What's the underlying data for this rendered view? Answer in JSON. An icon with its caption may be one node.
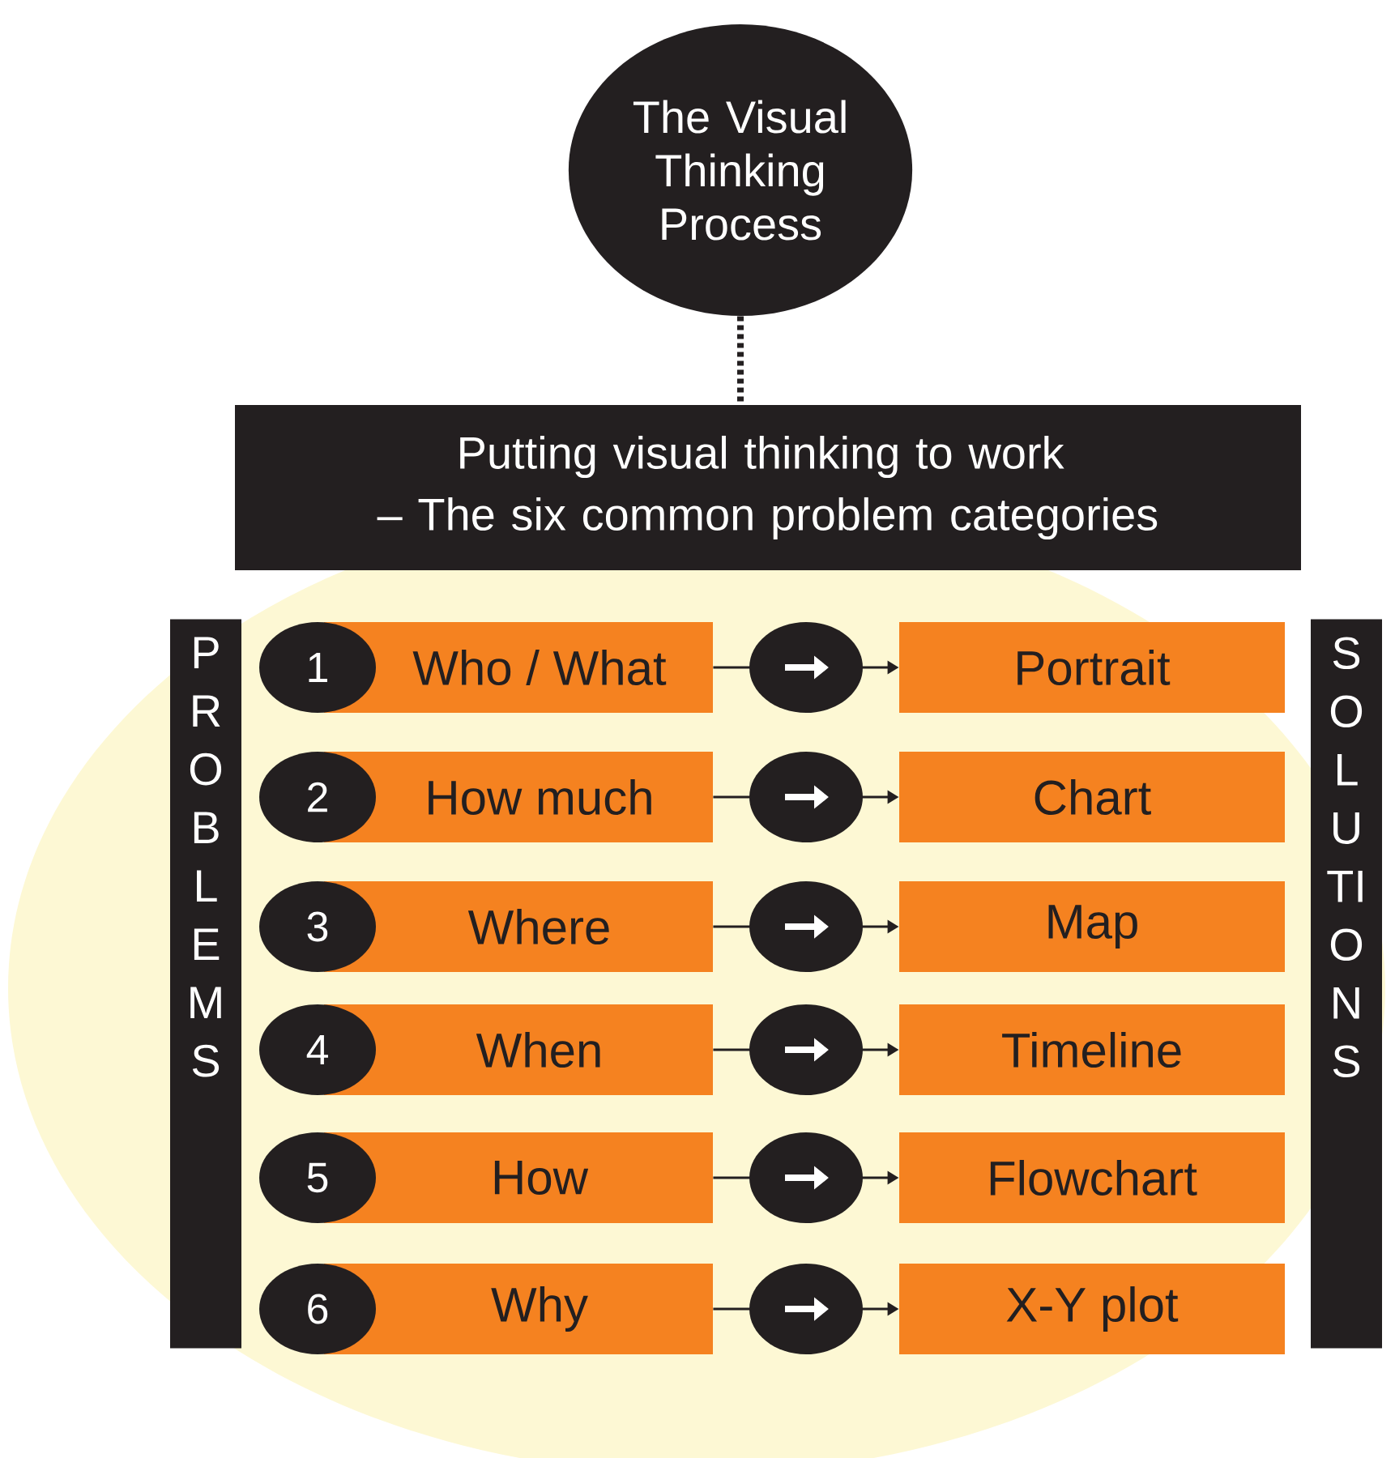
{
  "diagram": {
    "nodes": [
      {
        "text": [
          "The Visual Thinking Process"
        ]
      },
      {
        "text": [
          "Putting visual thinking to work – The six common problem categories"
        ]
      },
      {
        "text": [
          "PROBLEMS"
        ]
      },
      {
        "text": [
          "SOLUTIONS"
        ]
      },
      {
        "text": [
          "1"
        ]
      },
      {
        "text": [
          "Who / What"
        ]
      },
      {
        "text": [
          "Portrait"
        ]
      },
      {
        "text": [
          "2"
        ]
      },
      {
        "text": [
          "How much"
        ]
      },
      {
        "text": [
          "Chart"
        ]
      },
      {
        "text": [
          "3"
        ]
      },
      {
        "text": [
          "Where"
        ]
      },
      {
        "text": [
          "Map"
        ]
      },
      {
        "text": [
          "4"
        ]
      },
      {
        "text": [
          "When"
        ]
      },
      {
        "text": [
          "Timeline"
        ]
      },
      {
        "text": [
          "5"
        ]
      },
      {
        "text": [
          "How"
        ]
      },
      {
        "text": [
          "Flowchart"
        ]
      },
      {
        "text": [
          "6"
        ]
      },
      {
        "text": [
          "Why"
        ]
      },
      {
        "text": [
          "X-Y plot"
        ]
      }
    ],
    "edges": [
      {
        "from": 0,
        "to": 1,
        "arrow": "none",
        "style": "dashed",
        "color": "#231f20"
      },
      {
        "from": 5,
        "to": 6,
        "arrow": "to"
      },
      {
        "from": 8,
        "to": 9,
        "arrow": "to"
      },
      {
        "from": 11,
        "to": 12,
        "arrow": "to"
      },
      {
        "from": 14,
        "to": 15,
        "arrow": "to"
      },
      {
        "from": 17,
        "to": 18,
        "arrow": "to"
      },
      {
        "from": 20,
        "to": 21,
        "arrow": "to"
      }
    ]
  }
}
